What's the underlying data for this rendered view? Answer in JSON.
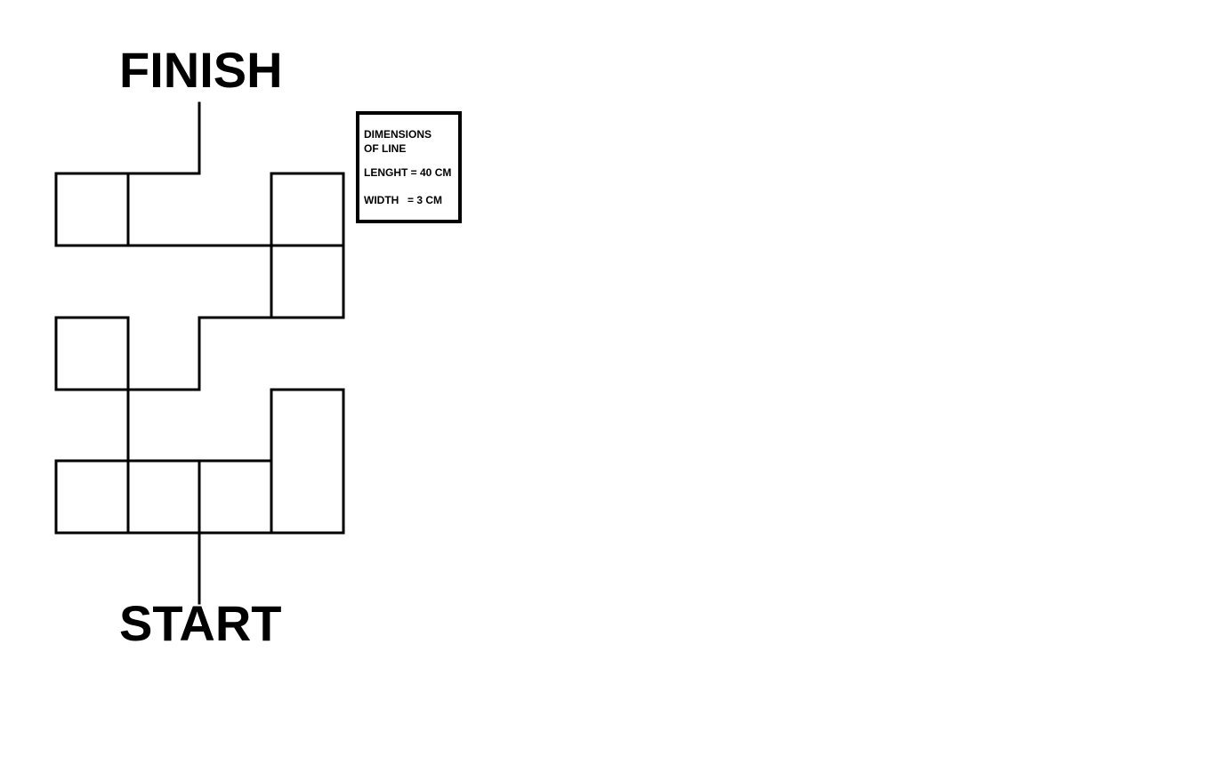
{
  "labels": {
    "finish": "FINISH",
    "start": "START"
  },
  "dimensions_box": {
    "title_line1": "DIMENSIONS",
    "title_line2": "OF LINE",
    "length": "LENGHT = 40 CM",
    "width_label": "WIDTH",
    "width_value": "= 3 CM"
  },
  "colors": {
    "line": "#000000",
    "background": "#ffffff"
  }
}
